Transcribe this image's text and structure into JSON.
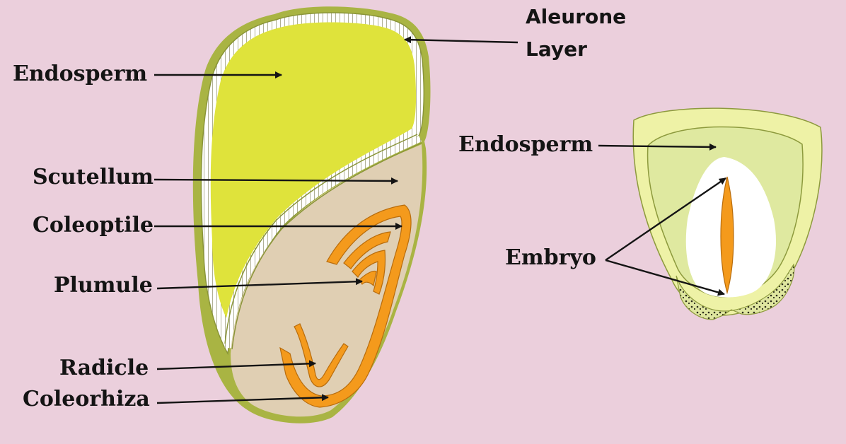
{
  "labels": {
    "aleurone_line1": "Aleurone",
    "aleurone_line2": "Layer",
    "endosperm_left": "Endosperm",
    "scutellum": "Scutellum",
    "coleoptile": "Coleoptile",
    "plumule": "Plumule",
    "radicle": "Radicle",
    "coleorhiza": "Coleorhiza",
    "endosperm_right": "Endosperm",
    "embryo": "Embryo"
  },
  "colors": {
    "background": "#ebcfdc",
    "endosperm": "#dfe33b",
    "embryo_tissue": "#e0cfb3",
    "seed_coat": "#a9b443",
    "orange_structure": "#f49a1c",
    "right_outer": "#eef2a6",
    "right_inner": "#dfe9a0",
    "arrow": "#141414"
  }
}
